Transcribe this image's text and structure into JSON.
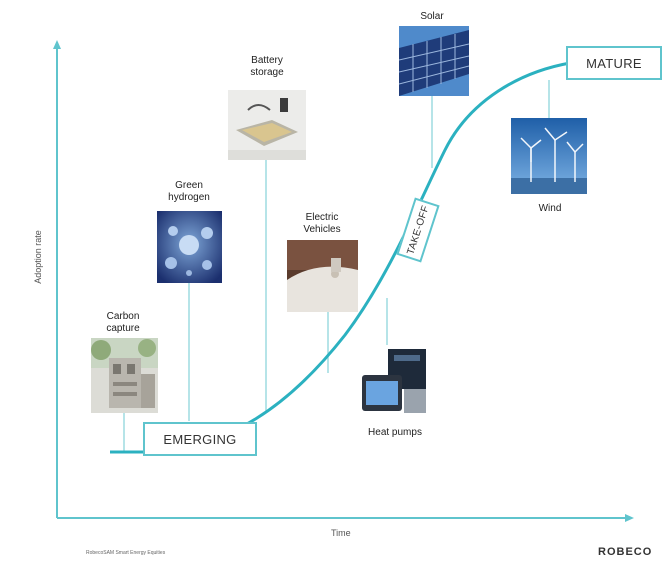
{
  "axes": {
    "x_label": "Time",
    "y_label": "Adoption rate"
  },
  "stages": {
    "emerging": "EMERGING",
    "takeoff": "TAKE-OFF",
    "mature": "MATURE"
  },
  "technologies": {
    "carbon_capture": "Carbon capture",
    "green_hydrogen": "Green hydrogen",
    "battery_storage": "Battery storage",
    "electric_vehicles": "Electric Vehicles",
    "solar": "Solar",
    "heat_pumps": "Heat pumps",
    "wind": "Wind"
  },
  "footer": {
    "source": "RobecoSAM Smart Energy Equities",
    "brand": "ROBECO"
  },
  "colors": {
    "accent": "#5fc4cd"
  }
}
